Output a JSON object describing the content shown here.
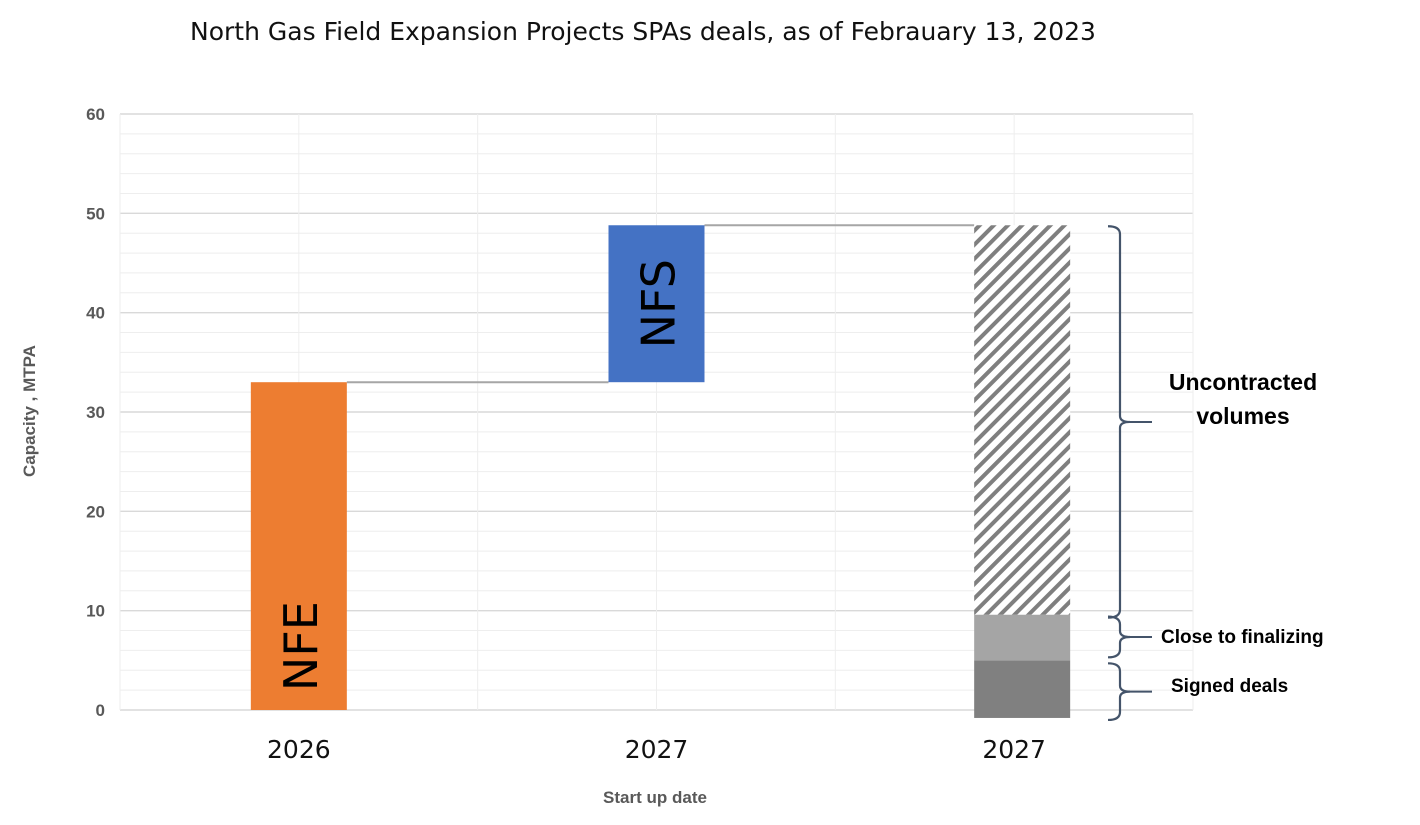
{
  "chart_data": {
    "type": "bar",
    "title": "North Gas Field Expansion Projects SPAs deals, as of Febrauary  13, 2023",
    "xlabel": "Start up date",
    "ylabel": "Capacity , MTPA",
    "ylim": [
      0,
      60
    ],
    "yticks": [
      0,
      10,
      20,
      30,
      40,
      50,
      60
    ],
    "grid": true,
    "categories": [
      "2026",
      "2027",
      "2027"
    ],
    "bars": [
      {
        "category": "2026",
        "label": "NFE",
        "base": 0,
        "value": 33,
        "color": "#ED7D31"
      },
      {
        "category": "2027",
        "label": "NFS",
        "base": 33,
        "value": 48.8,
        "color": "#4472C4"
      }
    ],
    "breakdown": {
      "category": "2027",
      "segments": [
        {
          "name": "Signed  deals",
          "from": -0.8,
          "to": 5,
          "color": "#808080"
        },
        {
          "name": "Close to finalizing",
          "from": 5,
          "to": 9.6,
          "color": "#A5A5A5"
        },
        {
          "name": "Uncontracted volumes",
          "from": 9.6,
          "to": 48.8,
          "color": "#7F7F7F",
          "pattern": "diagonal-hatch"
        }
      ]
    }
  },
  "annotations": {
    "uncontracted_line1": "Uncontracted",
    "uncontracted_line2": "volumes",
    "close": "Close to finalizing",
    "signed": "Signed  deals"
  }
}
